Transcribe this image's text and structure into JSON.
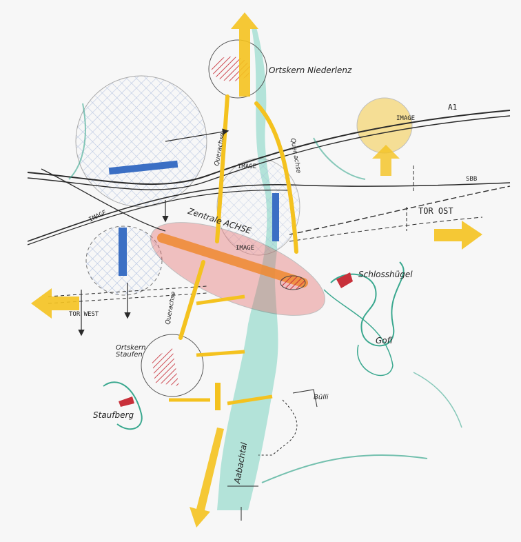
{
  "labels": {
    "ortskern_niederlenz": "Ortskern Niederlenz",
    "a1": "A1",
    "image_top_right": "IMAGE",
    "image_center": "IMAGE",
    "image_left": "IMAGE",
    "image_small": "IMAGE",
    "sbb": "SBB",
    "tor_ost": "TOR OST",
    "tor_west": "TOR WEST",
    "zentrale_achse": "Zentrale ACHSE",
    "querachse_top": "Querachse",
    "querachse_right": "Quer achse",
    "querachse_bottom": "Querachse",
    "schlosshuegel": "Schlosshügel",
    "gofi": "Gofi",
    "ortskern_staufen": "Ortskern Staufen",
    "staufberg": "Staufberg",
    "aabachtal": "Aabachtal",
    "buelli": "Bülli"
  },
  "colors": {
    "yellow": "#f4c21f",
    "red_hatch": "#d8404a",
    "orange": "#f08a30",
    "teal": "#5fc9b3",
    "blue": "#3b6fc4",
    "ink": "#2a2a2a"
  }
}
